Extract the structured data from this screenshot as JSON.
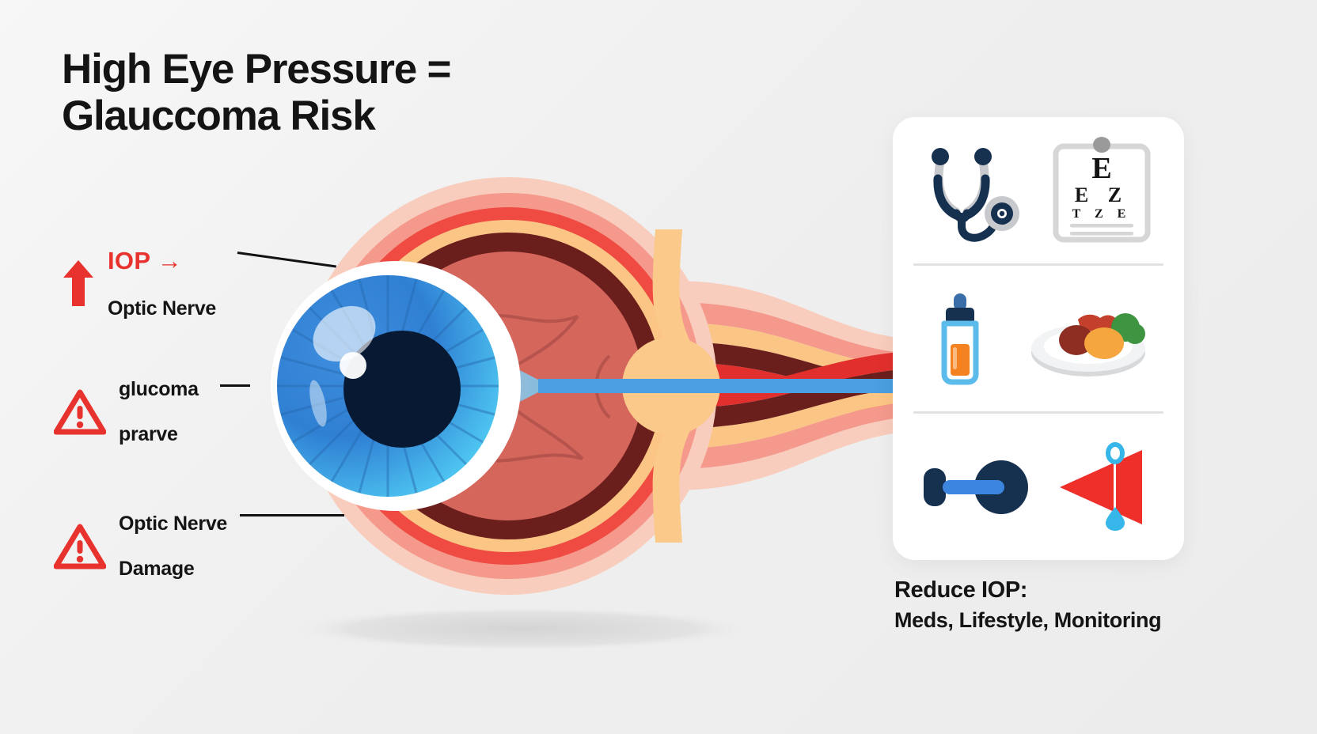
{
  "page": {
    "background_color": "#efefef",
    "accent_red": "#e8322e",
    "text_color": "#141414"
  },
  "title": {
    "text": "High Eye Pressure =\nGlauccoma Risk"
  },
  "annotations": [
    {
      "id": "iop-optic-nerve",
      "icon": "up-arrow-icon",
      "icon_color": "#e8322e",
      "line1": "IOP →",
      "line2": "Optic Nerve",
      "line1_highlight": true
    },
    {
      "id": "glucoma-prarve",
      "icon": "warning-triangle-icon",
      "icon_color": "#e8322e",
      "line1": "glucoma",
      "line2": "prarve",
      "line1_highlight": false
    },
    {
      "id": "optic-nerve-damage",
      "icon": "warning-triangle-icon",
      "icon_color": "#e8322e",
      "line1": "Optic Nerve",
      "line2": "Damage",
      "line1_highlight": false
    }
  ],
  "eye_diagram": {
    "name": "cross-section-eye-anatomy",
    "layers": [
      {
        "name": "outer-tissue",
        "color": "#f9cdbd"
      },
      {
        "name": "episclera",
        "color": "#f4998c"
      },
      {
        "name": "conjunctiva-red",
        "color": "#ef4b42"
      },
      {
        "name": "sclera",
        "color": "#fbc585"
      },
      {
        "name": "choroid",
        "color": "#6b1f1c"
      },
      {
        "name": "retina",
        "color": "#d4665c"
      },
      {
        "name": "vitreous-inner",
        "color": "#c9574d"
      }
    ],
    "iris_color": "#2e7fd4",
    "iris_color_light": "#4fc3f0",
    "pupil_color": "#081a33",
    "cornea_color": "#ffffff",
    "limbus_color": "#ea3b35",
    "optic_disc_color": "#fbc98a",
    "optic_axis_color": "#4a9fe0",
    "lens_color": "#b9c8dd",
    "shadow_color": "#dcdcdc"
  },
  "care_card": {
    "name": "reduce-iop-icon-card",
    "background": "#ffffff",
    "rows": [
      {
        "name": "diagnosis-row",
        "icons": [
          {
            "name": "stethoscope-icon",
            "color": "#16304f"
          },
          {
            "name": "eye-chart-clipboard-icon",
            "color": "#d6d6d6"
          }
        ],
        "eye_chart_rows": [
          "E",
          "E Z",
          "T Z E"
        ]
      },
      {
        "name": "treatment-row",
        "icons": [
          {
            "name": "eye-drop-bottle-icon",
            "color": "#f58220"
          },
          {
            "name": "healthy-plate-icon",
            "color": "#e0e0e0"
          }
        ]
      },
      {
        "name": "lifestyle-row",
        "icons": [
          {
            "name": "dumbbell-icon",
            "color": "#16304f"
          },
          {
            "name": "pressure-drop-icon",
            "color": "#ef2f2a"
          }
        ]
      }
    ]
  },
  "caption": {
    "line1": "Reduce IOP:",
    "line2": "Meds, Lifestyle, Monitoring"
  }
}
